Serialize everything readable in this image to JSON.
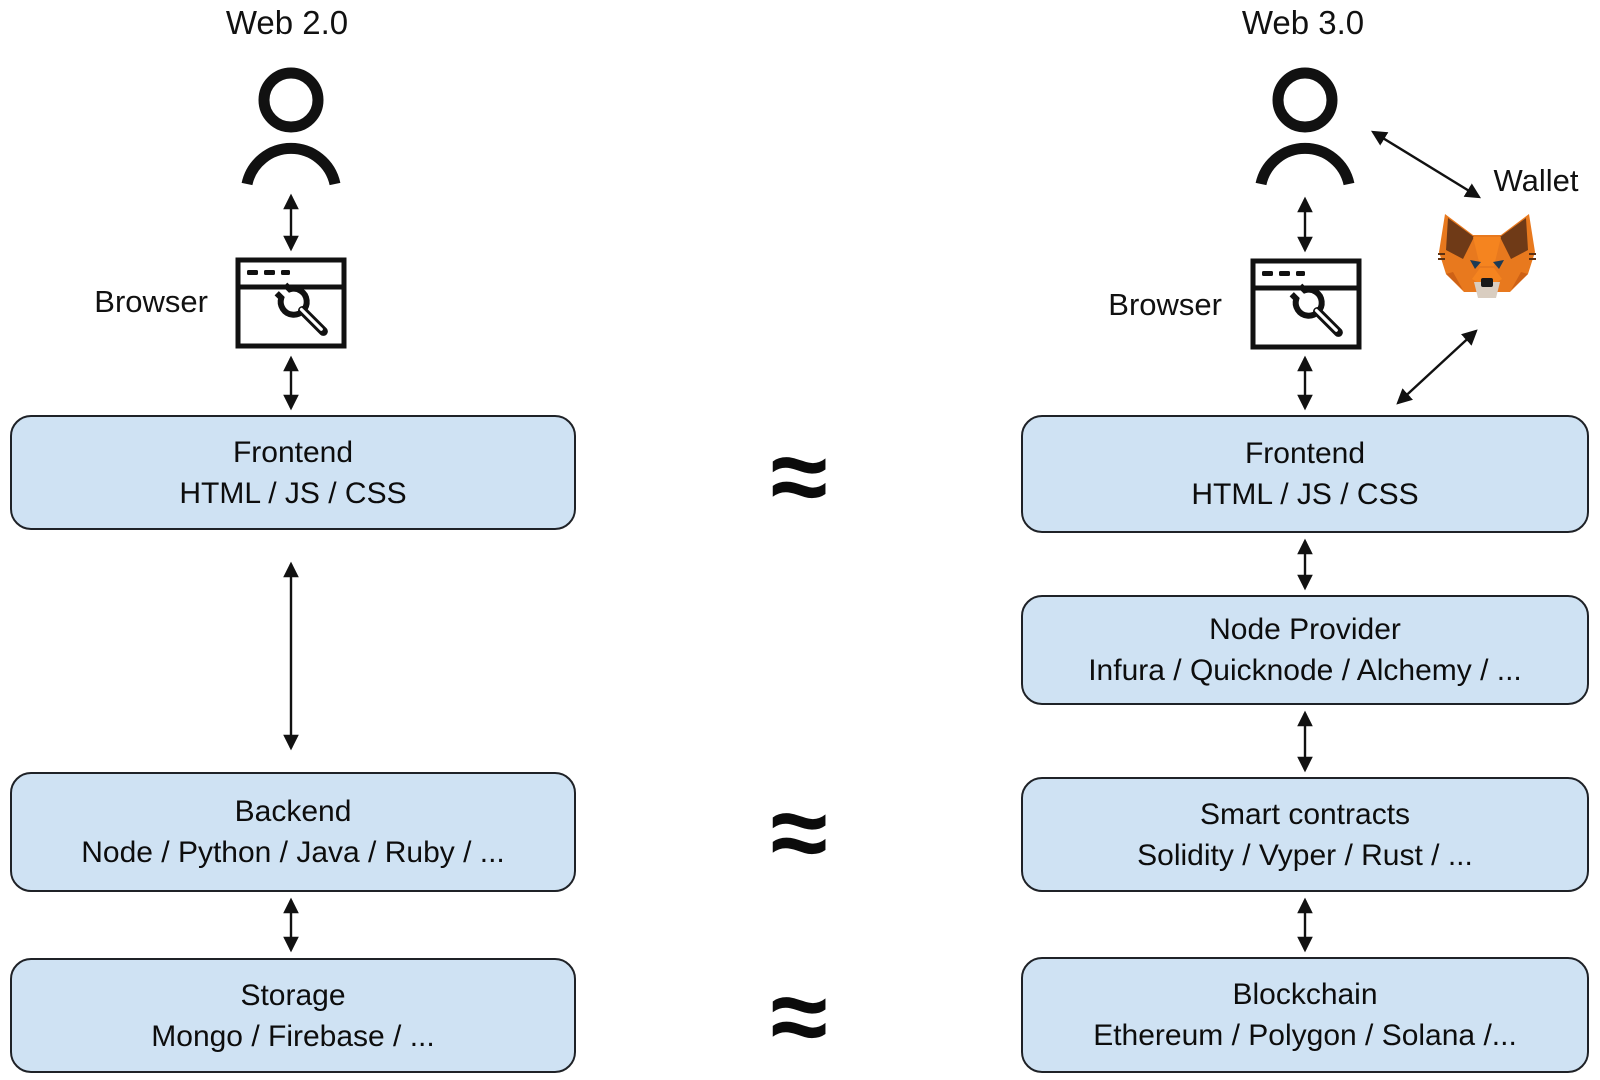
{
  "diagram": {
    "left": {
      "title": "Web 2.0",
      "browser_label": "Browser",
      "layers": [
        {
          "title": "Frontend",
          "tech": "HTML / JS / CSS"
        },
        {
          "title": "Backend",
          "tech": "Node / Python / Java / Ruby / ..."
        },
        {
          "title": "Storage",
          "tech": "Mongo / Firebase / ..."
        }
      ]
    },
    "right": {
      "title": "Web 3.0",
      "browser_label": "Browser",
      "wallet_label": "Wallet",
      "layers": [
        {
          "title": "Frontend",
          "tech": "HTML / JS / CSS"
        },
        {
          "title": "Node Provider",
          "tech": "Infura / Quicknode / Alchemy / ..."
        },
        {
          "title": "Smart contracts",
          "tech": "Solidity / Vyper / Rust / ..."
        },
        {
          "title": "Blockchain",
          "tech": "Ethereum / Polygon / Solana /..."
        }
      ]
    },
    "equivalence_symbol": "≈",
    "icons": {
      "user": "user-icon",
      "browser": "browser-window-wrench-icon",
      "wallet": "metamask-fox-icon"
    },
    "colors": {
      "layer_fill": "#cfe2f3",
      "layer_border": "#1f2227",
      "ink": "#111111",
      "metamask_orange": "#e8791e",
      "metamask_orange_light": "#f5841f",
      "metamask_brown": "#6f3a17",
      "metamask_shadow": "#cd6116",
      "metamask_eye": "#1c3a55",
      "metamask_chin": "#d9cdc0",
      "metamask_nose": "#191919"
    }
  }
}
